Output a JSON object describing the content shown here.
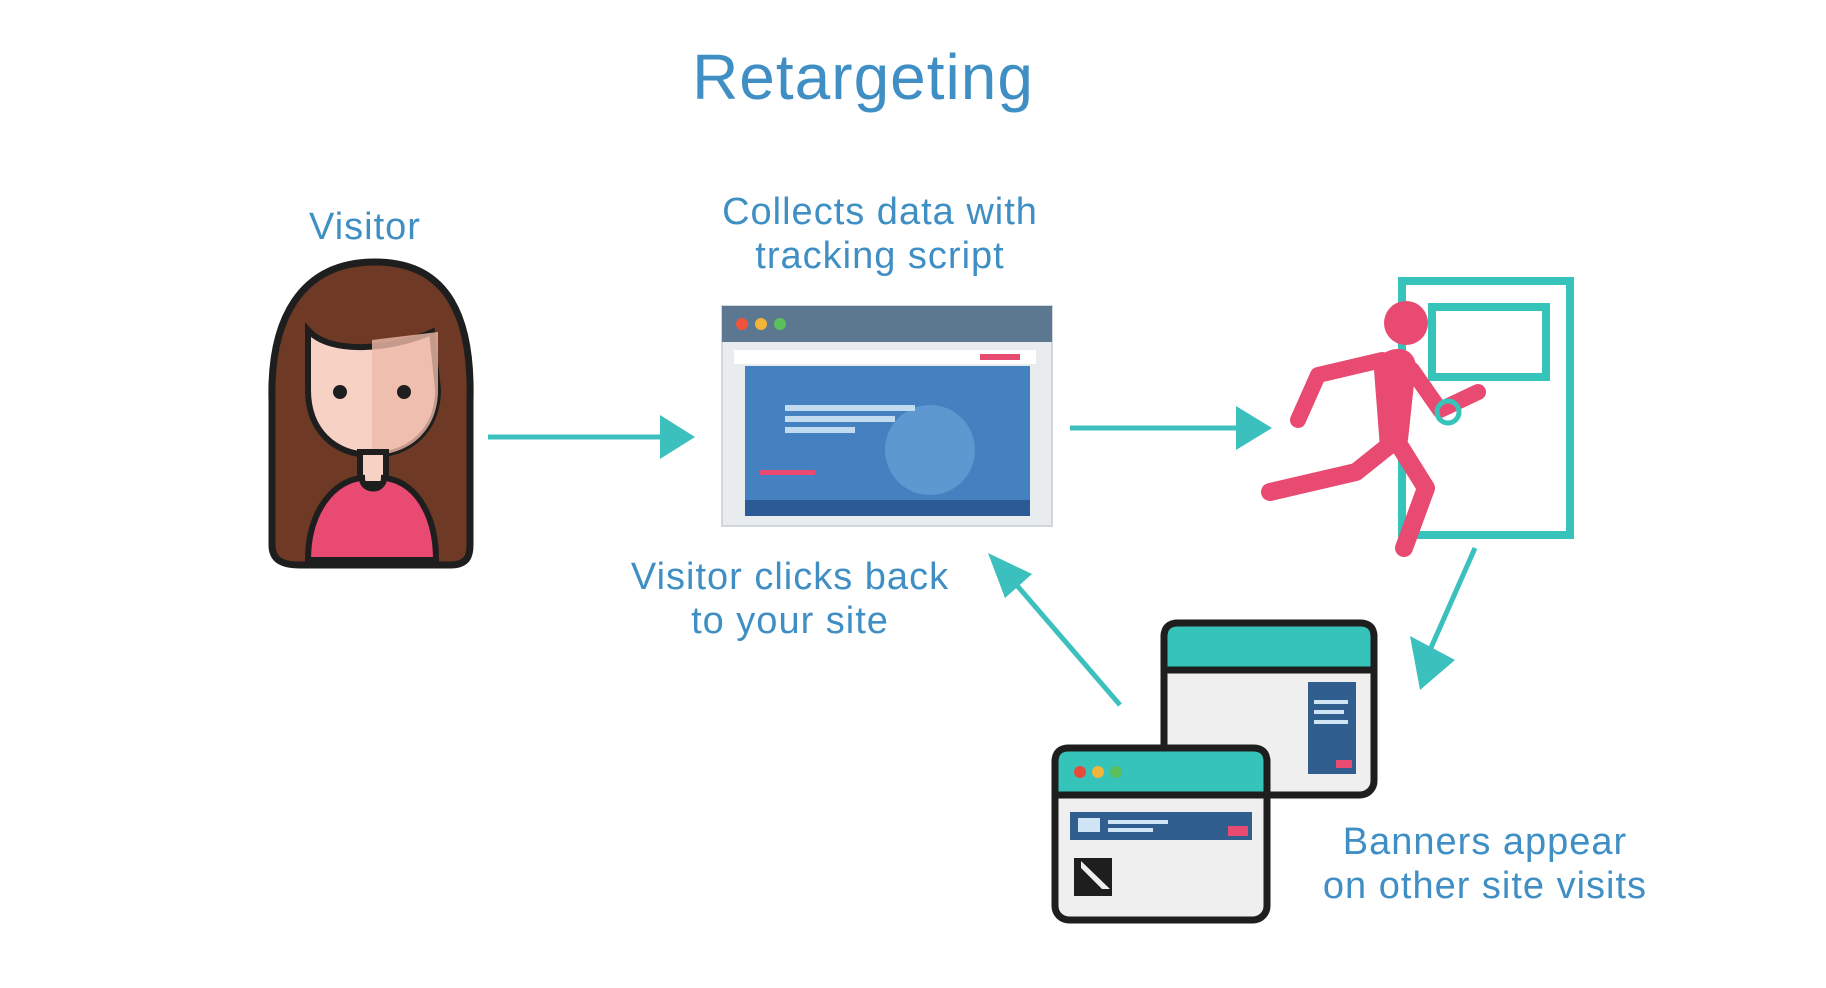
{
  "title": "Retargeting",
  "labels": {
    "visitor": "Visitor",
    "collects_line1": "Collects data with",
    "collects_line2": "tracking script",
    "clicks_back_line1": "Visitor clicks back",
    "clicks_back_line2": "to your site",
    "banners_line1": "Banners appear",
    "banners_line2": "on other site visits"
  },
  "colors": {
    "title_text": "#3f8fc4",
    "arrow": "#3cc0be",
    "teal": "#36c3ba",
    "pink": "#e84a72",
    "hair": "#6e3a26",
    "skin": "#f7d1c4",
    "outline": "#1e1e1e",
    "browser_bar": "#5c7891",
    "site_blue": "#3a73b5"
  },
  "icons": {
    "visitor": "woman-avatar-icon",
    "website": "browser-window-icon",
    "leaving": "running-person-exit-door-icon",
    "banners": "browser-windows-with-ads-icon"
  }
}
